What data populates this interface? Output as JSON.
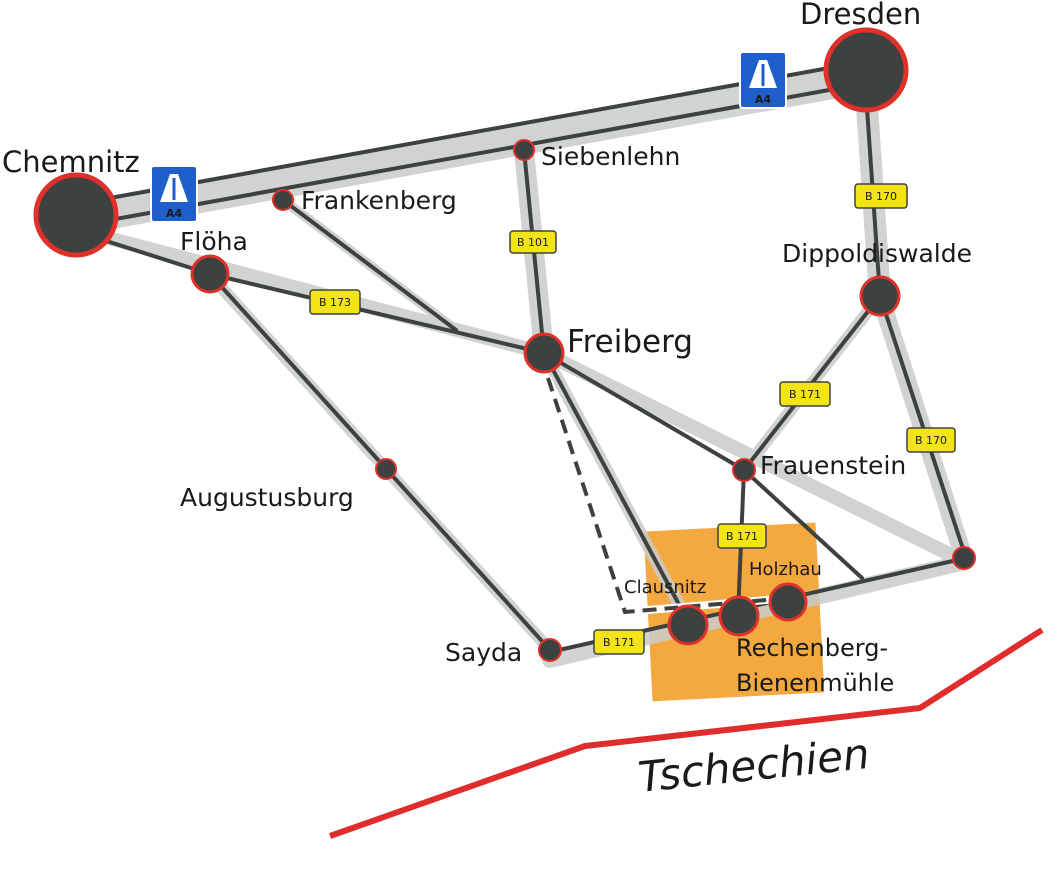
{
  "map": {
    "cities": {
      "dresden": "Dresden",
      "chemnitz": "Chemnitz",
      "siebenlehn": "Siebenlehn",
      "frankenberg": "Frankenberg",
      "floeha": "Flöha",
      "dippoldiswalde": "Dippoldiswalde",
      "freiberg": "Freiberg",
      "frauenstein": "Frauenstein",
      "augustusburg": "Augustusburg",
      "clausnitz": "Clausnitz",
      "holzhau": "Holzhau",
      "sayda": "Sayda",
      "rechenberg_line1": "Rechenberg-",
      "rechenberg_line2": "Bienenmühle"
    },
    "country": "Tschechien",
    "road_labels": {
      "a4": "A4",
      "b101": "B 101",
      "b170": "B 170",
      "b171": "B 171",
      "b173": "B 173"
    },
    "colors": {
      "road": "#3d4241",
      "road_shadow": "#c8cccb",
      "city_fill": "#3d4241",
      "city_outline": "#e0302a",
      "highlight_area": "#f29a1f",
      "border_line": "#e12c2c",
      "motorway_sign": "#1f5fc9",
      "federal_sign": "#f3e418"
    },
    "icons": [
      "motorway-sign-icon",
      "federal-road-sign-icon"
    ]
  }
}
